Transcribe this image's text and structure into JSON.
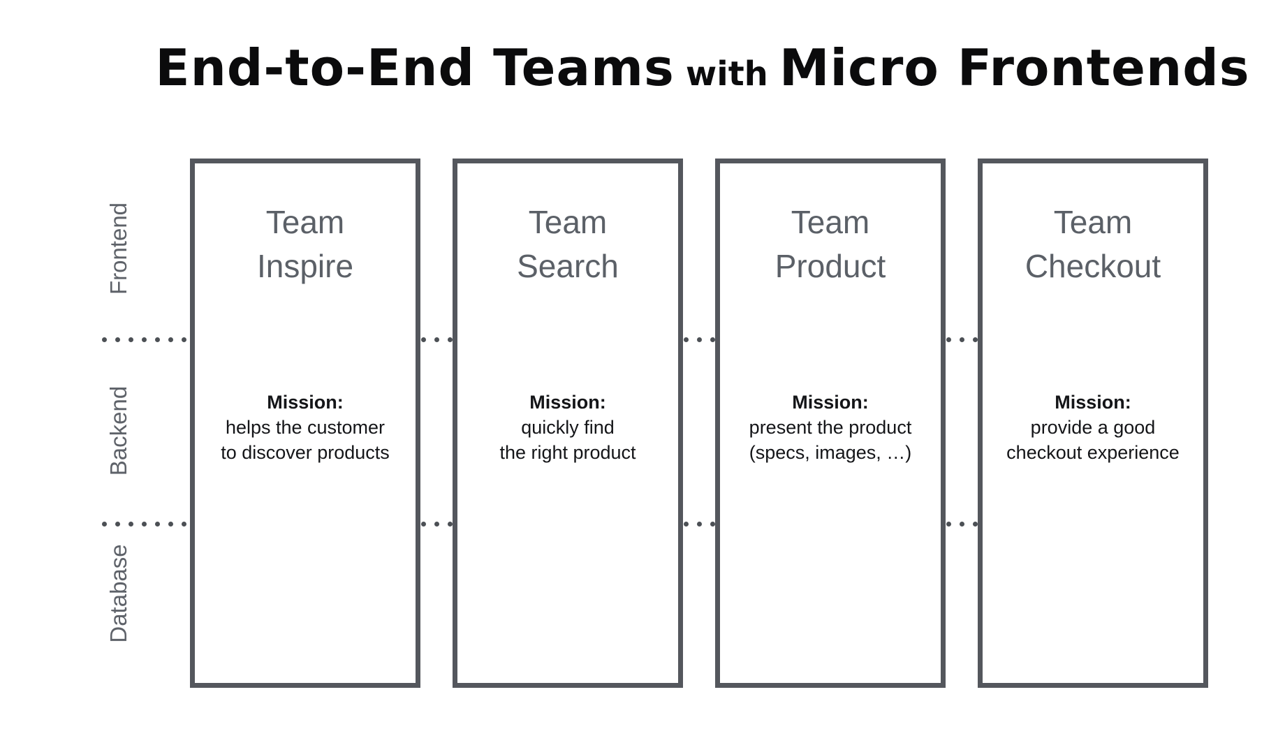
{
  "title": {
    "lead": "End-to-End Teams",
    "connector": "with",
    "emphasis": "Micro Frontends"
  },
  "layers": [
    {
      "label": "Frontend"
    },
    {
      "label": "Backend"
    },
    {
      "label": "Database"
    }
  ],
  "teams": [
    {
      "name": [
        "Team",
        "Inspire"
      ],
      "mission_label": "Mission:",
      "mission": [
        "helps the customer",
        "to discover products"
      ]
    },
    {
      "name": [
        "Team",
        "Search"
      ],
      "mission_label": "Mission:",
      "mission": [
        "quickly find",
        "the right product"
      ]
    },
    {
      "name": [
        "Team",
        "Product"
      ],
      "mission_label": "Mission:",
      "mission": [
        "present the product",
        "(specs, images, …)"
      ]
    },
    {
      "name": [
        "Team",
        "Checkout"
      ],
      "mission_label": "Mission:",
      "mission": [
        "provide a good",
        "checkout experience"
      ]
    }
  ],
  "colors": {
    "background": "#ffffff",
    "title_text": "#0b0b0c",
    "box_border": "#54575d",
    "team_name": "#5b6067",
    "mission_text": "#141518",
    "layer_label": "#5e6269",
    "dot": "#4c5055"
  }
}
